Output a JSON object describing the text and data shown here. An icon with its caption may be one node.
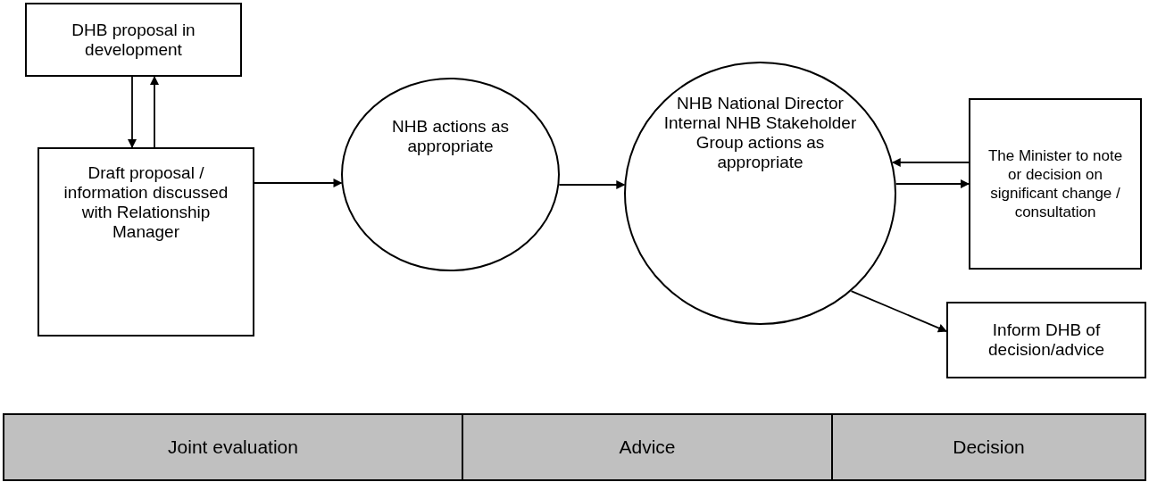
{
  "diagram": {
    "nodes": [
      {
        "text": [
          "DHB proposal in development"
        ]
      },
      {
        "text": [
          "Draft proposal / information discussed with Relationship Manager"
        ]
      },
      {
        "text": [
          "NHB actions as appropriate"
        ]
      },
      {
        "text": [
          "NHB National Director Internal NHB Stakeholder Group actions as appropriate"
        ]
      },
      {
        "text": [
          "The Minister to note or decision on significant change / consultation"
        ]
      },
      {
        "text": [
          "Inform DHB of decision/advice"
        ]
      }
    ],
    "edges": [
      {
        "from": 0,
        "to": 1,
        "arrow": "to"
      },
      {
        "from": 1,
        "to": 0,
        "arrow": "to"
      },
      {
        "from": 1,
        "to": 2,
        "arrow": "to"
      },
      {
        "from": 2,
        "to": 3,
        "arrow": "to"
      },
      {
        "from": 4,
        "to": 3,
        "arrow": "to"
      },
      {
        "from": 3,
        "to": 4,
        "arrow": "to"
      },
      {
        "from": 3,
        "to": 5,
        "arrow": "to"
      }
    ],
    "labels": [
      "Joint evaluation",
      "Advice",
      "Decision"
    ]
  }
}
